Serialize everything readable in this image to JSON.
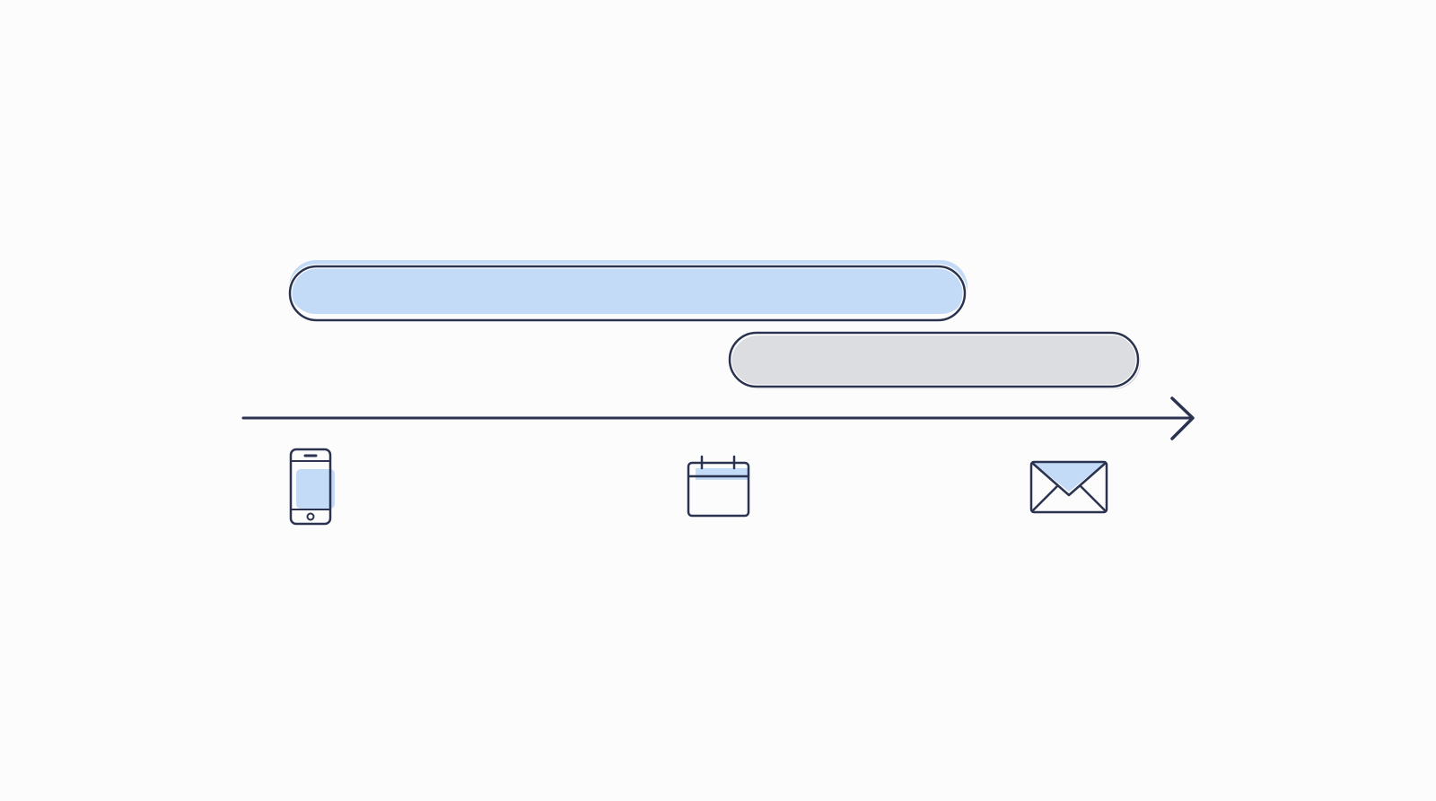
{
  "colors": {
    "background": "#fcfcfc",
    "stroke": "#2b3350",
    "accent_fill": "#c3dbf7",
    "neutral_fill": "#dcdde0",
    "bar_outline": "#ffffff"
  },
  "timeline": {
    "direction": "left-to-right",
    "arrow": true
  },
  "bars": [
    {
      "name": "primary-bar",
      "fill": "accent",
      "order": 1
    },
    {
      "name": "secondary-bar",
      "fill": "neutral",
      "order": 2
    }
  ],
  "icons": [
    {
      "name": "smartphone-icon"
    },
    {
      "name": "calendar-icon"
    },
    {
      "name": "envelope-icon"
    }
  ]
}
